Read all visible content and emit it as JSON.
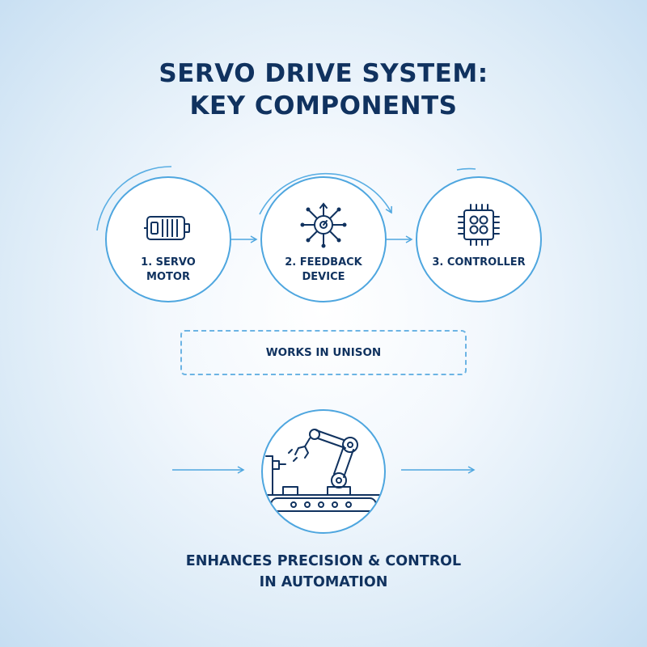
{
  "title": {
    "line1": "SERVO DRIVE SYSTEM:",
    "line2": "KEY COMPONENTS"
  },
  "components": [
    {
      "line1": "1. SERVO",
      "line2": "MOTOR",
      "icon": "motor-icon"
    },
    {
      "line1": "2. FEEDBACK",
      "line2": "DEVICE",
      "icon": "feedback-sensor-icon"
    },
    {
      "line1": "3. CONTROLLER",
      "line2": "",
      "icon": "chip-icon"
    }
  ],
  "unison_label": "WORKS IN UNISON",
  "result": {
    "icon": "robot-arm-icon",
    "line1": "ENHANCES PRECISION & CONTROL",
    "line2": "IN AUTOMATION"
  },
  "colors": {
    "navy": "#10325f",
    "accent": "#4ea6df"
  }
}
